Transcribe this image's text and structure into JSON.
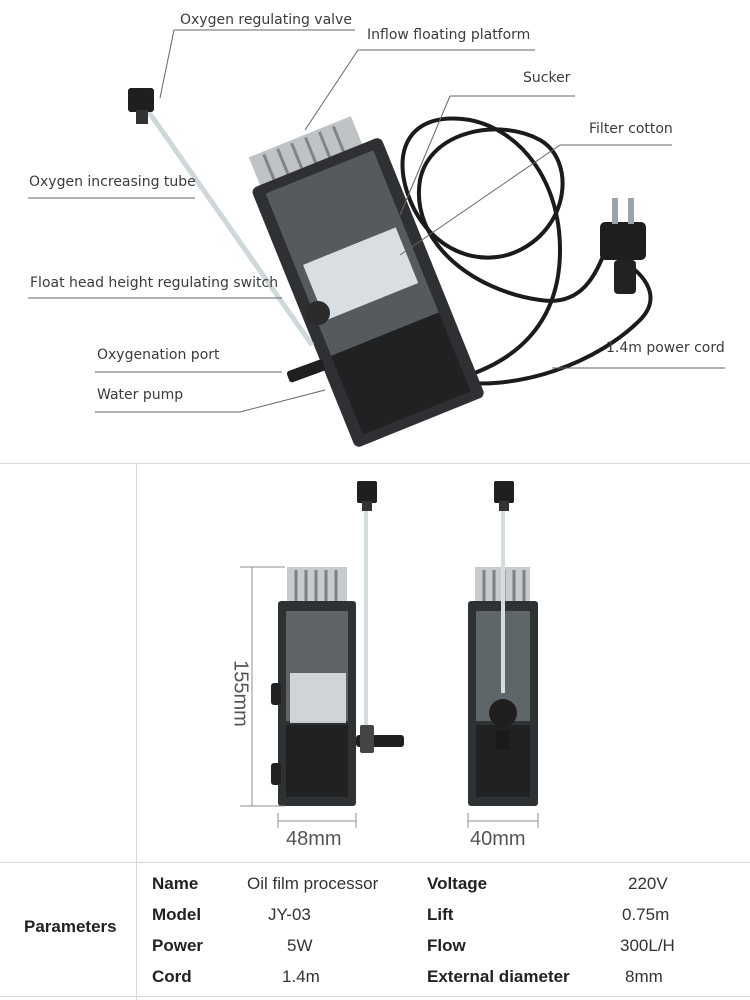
{
  "callouts": {
    "oxygen_valve": "Oxygen regulating valve",
    "inflow_platform": "Inflow floating platform",
    "sucker": "Sucker",
    "filter_cotton": "Filter cotton",
    "oxygen_tube": "Oxygen increasing tube",
    "float_switch": "Float head height regulating switch",
    "oxygenation_port": "Oxygenation port",
    "water_pump": "Water pump",
    "power_cord": "1.4m power cord"
  },
  "dimensions": {
    "height": "155mm",
    "width_side": "48mm",
    "width_front": "40mm"
  },
  "parameters": {
    "title": "Parameters",
    "rows": [
      {
        "k1": "Name",
        "v1": "Oil film processor",
        "k2": "Voltage",
        "v2": "220V"
      },
      {
        "k1": "Model",
        "v1": "JY-03",
        "k2": "Lift",
        "v2": "0.75m"
      },
      {
        "k1": "Power",
        "v1": "5W",
        "k2": "Flow",
        "v2": "300L/H"
      },
      {
        "k1": "Cord",
        "v1": "1.4m",
        "k2": "External diameter",
        "v2": "8mm"
      }
    ]
  },
  "colors": {
    "body": "#2e3033",
    "clear": "#b9c3c7",
    "grey_rule": "#d6d6d6"
  }
}
